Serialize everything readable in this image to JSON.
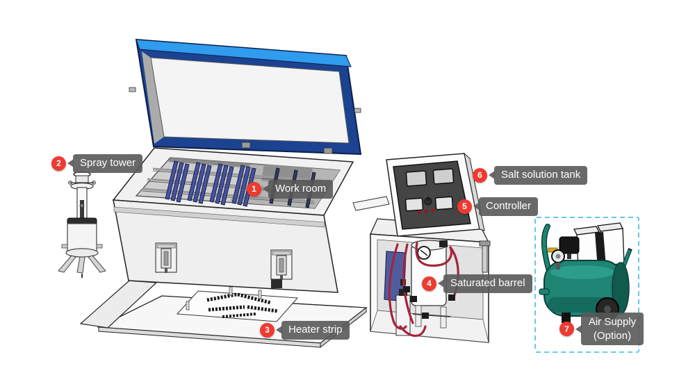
{
  "diagram": {
    "subject": "salt-spray-test-chamber-parts",
    "callouts": [
      {
        "number": "1",
        "label": "Work room"
      },
      {
        "number": "2",
        "label": "Spray tower"
      },
      {
        "number": "3",
        "label": "Heater strip"
      },
      {
        "number": "4",
        "label": "Saturated barrel"
      },
      {
        "number": "5",
        "label": "Controller"
      },
      {
        "number": "6",
        "label": "Salt solution tank"
      },
      {
        "number": "7",
        "label_line1": "Air Supply",
        "label_line2": "(Option)"
      }
    ],
    "colors": {
      "badge_red": "#ee3a30",
      "label_gray": "#595959",
      "label_text": "#ffffff",
      "lid_frame_navy": "#1c4392",
      "lid_top_blue": "#2f9cee",
      "rack_slat_blue": "#46549c",
      "side_panel_blue": "#4f5d9e",
      "tube_red": "#a6243a",
      "compressor_green": "#1e8474",
      "option_box_dashed_blue": "#66c7f1",
      "background": "#ffffff"
    }
  }
}
